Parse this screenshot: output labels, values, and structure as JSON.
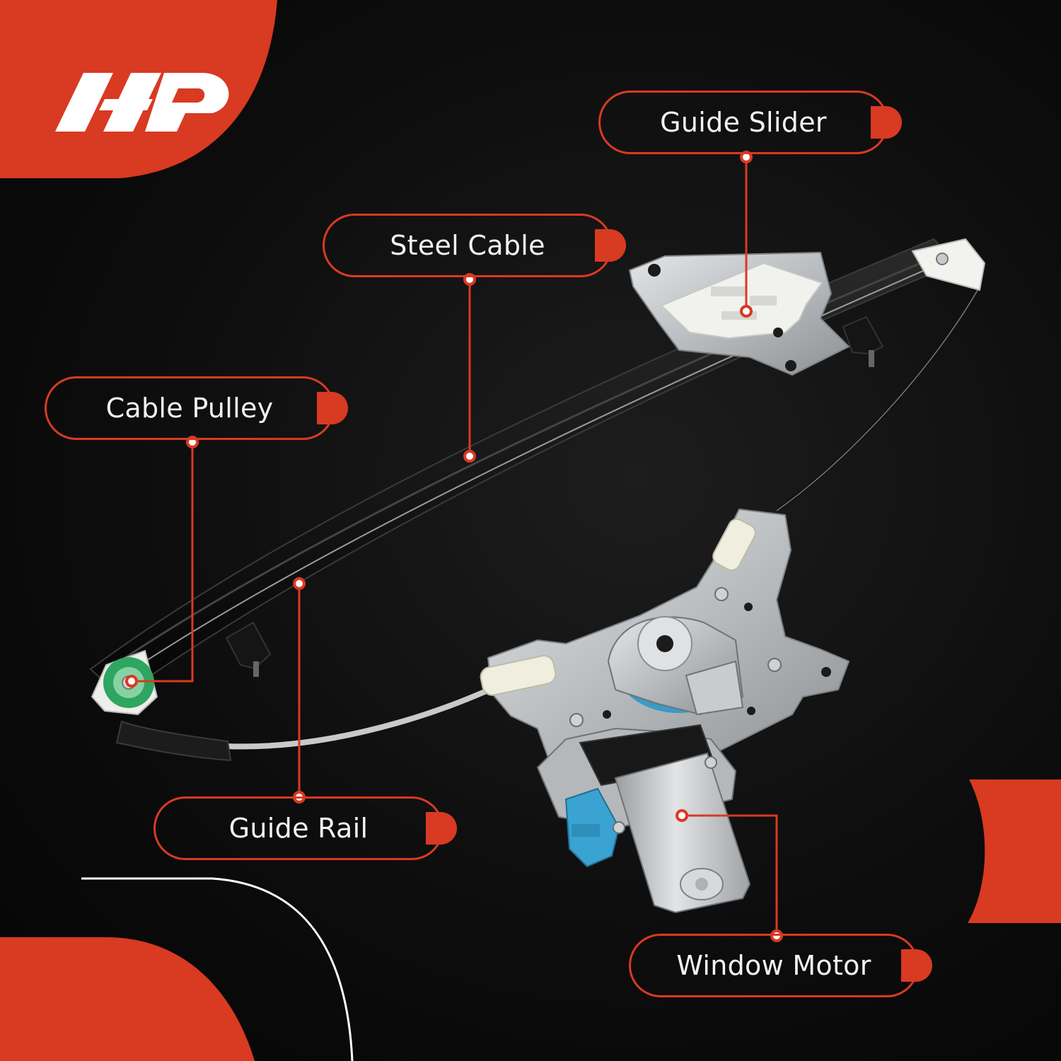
{
  "brand": {
    "logo_name": "A-Premium logo",
    "accent_color": "#d83a22",
    "background_color": "#0d0d0d"
  },
  "callouts": [
    {
      "id": "guide-slider",
      "text": "Guide Slider"
    },
    {
      "id": "steel-cable",
      "text": "Steel Cable"
    },
    {
      "id": "cable-pulley",
      "text": "Cable Pulley"
    },
    {
      "id": "guide-rail",
      "text": "Guide Rail"
    },
    {
      "id": "window-motor",
      "text": "Window Motor"
    }
  ],
  "product": {
    "part_colors": {
      "rail": "#111111",
      "bracket": "#bfc3c6",
      "slider": "#f1f1ee",
      "pulley": "#2fa562",
      "connector": "#3aa3d2",
      "cable": "#c9c9c9"
    }
  }
}
